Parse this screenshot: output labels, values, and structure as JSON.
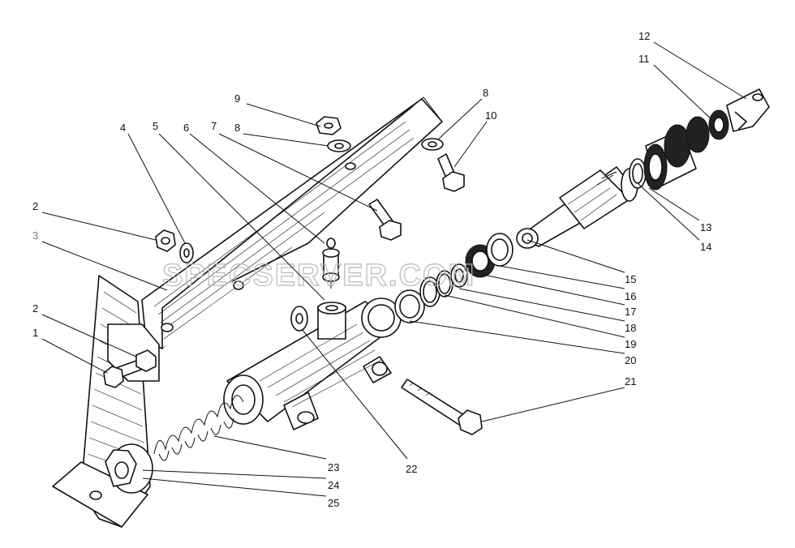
{
  "watermark": "SPECSERVER.COM",
  "callouts": [
    {
      "id": "c12",
      "label": "12"
    },
    {
      "id": "c11",
      "label": "11"
    },
    {
      "id": "c9",
      "label": "9"
    },
    {
      "id": "c8a",
      "label": "8"
    },
    {
      "id": "c10",
      "label": "10"
    },
    {
      "id": "c4",
      "label": "4"
    },
    {
      "id": "c5",
      "label": "5"
    },
    {
      "id": "c6",
      "label": "6"
    },
    {
      "id": "c7",
      "label": "7"
    },
    {
      "id": "c8b",
      "label": "8"
    },
    {
      "id": "c2a",
      "label": "2"
    },
    {
      "id": "c3",
      "label": "3"
    },
    {
      "id": "c2b",
      "label": "2"
    },
    {
      "id": "c1",
      "label": "1"
    },
    {
      "id": "c13",
      "label": "13"
    },
    {
      "id": "c14",
      "label": "14"
    },
    {
      "id": "c15",
      "label": "15"
    },
    {
      "id": "c16",
      "label": "16"
    },
    {
      "id": "c17",
      "label": "17"
    },
    {
      "id": "c18",
      "label": "18"
    },
    {
      "id": "c19",
      "label": "19"
    },
    {
      "id": "c20",
      "label": "20"
    },
    {
      "id": "c21",
      "label": "21"
    },
    {
      "id": "c22",
      "label": "22"
    },
    {
      "id": "c23",
      "label": "23"
    },
    {
      "id": "c24",
      "label": "24"
    },
    {
      "id": "c25",
      "label": "25"
    }
  ]
}
